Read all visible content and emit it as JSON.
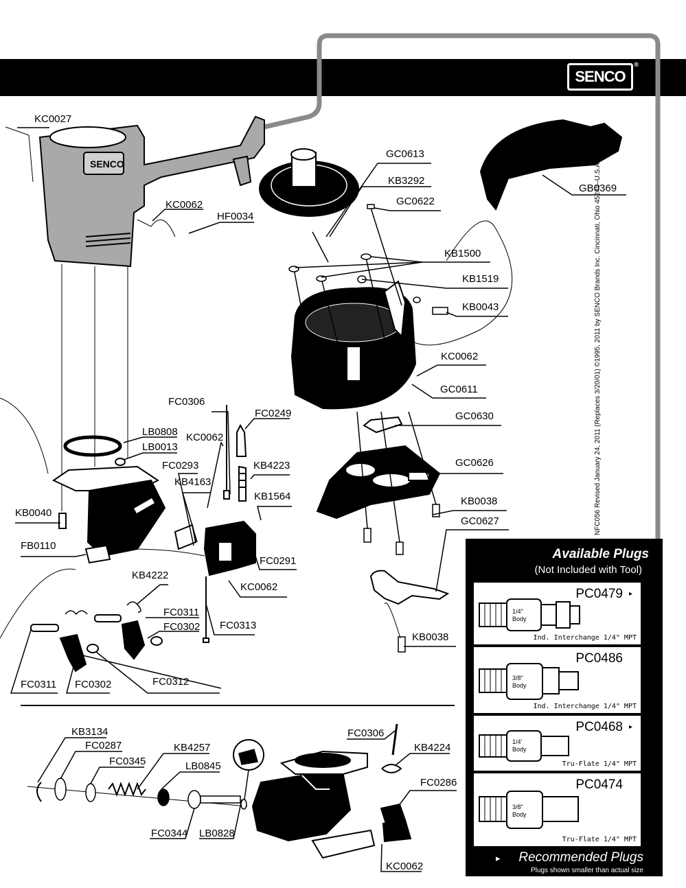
{
  "brand": {
    "logo_text": "SENCO",
    "registered": "®"
  },
  "side_note": "NFC056  Revised January 24, 2011 (Replaces 3/20/01)   ©1995, 2011 by SENCO Brands Inc.  Cincinnati, Ohio 45245–U.S.A.",
  "part_labels": [
    "KC0027",
    "GC0613",
    "KB3292",
    "GC0622",
    "GB0369",
    "KC0062",
    "HF0034",
    "KB1500",
    "KB1519",
    "KB0043",
    "KC0062",
    "GC0611",
    "GC0630",
    "GC0626",
    "KB0038",
    "GC0627",
    "KB0038",
    "FC0306",
    "FC0249",
    "LB0808",
    "KC0062",
    "LB0013",
    "FC0293",
    "KB4223",
    "KB4163",
    "KB1564",
    "KB0040",
    "FB0110",
    "FC0291",
    "KC0062",
    "KB4222",
    "FC0311",
    "FC0302",
    "FC0313",
    "FC0312",
    "FC0311",
    "FC0302",
    "KB3134",
    "FC0287",
    "FC0345",
    "KB4257",
    "LB0845",
    "FC0344",
    "LB0828",
    "FC0306",
    "KB4224",
    "FC0286",
    "KC0062"
  ],
  "available_plugs": {
    "title": "Available Plugs",
    "subtitle": "(Not Included with Tool)",
    "plugs": [
      {
        "code": "PC0479",
        "body": "1/4\"",
        "body_word": "Body",
        "desc": "Ind. Interchange 1/4\" MPT",
        "arrow": "▸"
      },
      {
        "code": "PC0486",
        "body": "3/8\"",
        "body_word": "Body",
        "desc": "Ind. Interchange 1/4\" MPT",
        "arrow": ""
      },
      {
        "code": "PC0468",
        "body": "1/4'",
        "body_word": "Body",
        "desc": "Tru-Flate 1/4\" MPT",
        "arrow": "▸"
      },
      {
        "code": "PC0474",
        "body": "3/8\"",
        "body_word": "Body",
        "desc": "Tru-Flate 1/4\" MPT",
        "arrow": ""
      }
    ],
    "recommended": "Recommended Plugs",
    "recommended_arrow": "▸",
    "note": "Plugs shown smaller than actual size"
  }
}
